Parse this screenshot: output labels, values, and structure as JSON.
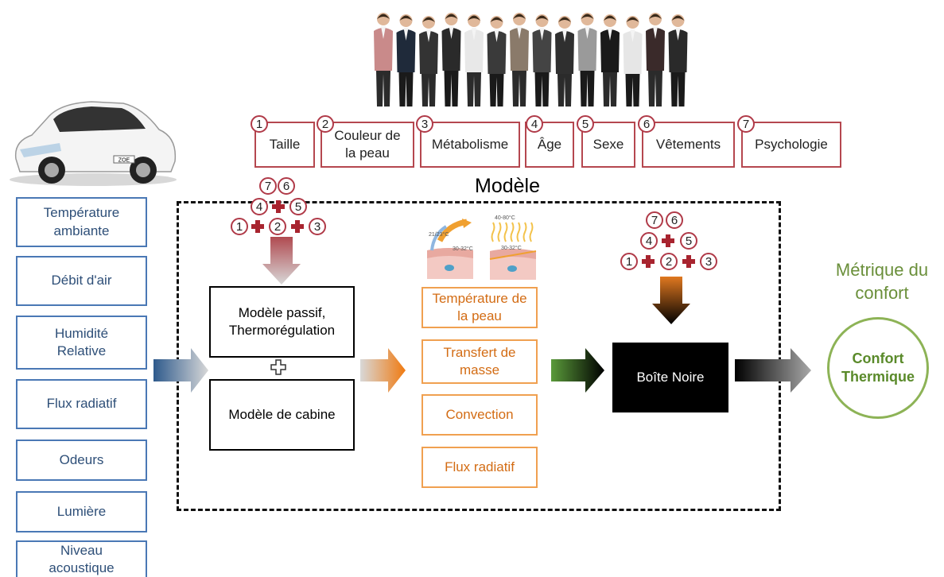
{
  "inputs": [
    "Température ambiante",
    "Débit d'air",
    "Humidité Relative",
    "Flux radiatif",
    "Odeurs",
    "Lumière",
    "Niveau acoustique"
  ],
  "attributes": [
    {
      "num": "1",
      "label": "Taille"
    },
    {
      "num": "2",
      "label": "Couleur de la peau"
    },
    {
      "num": "3",
      "label": "Métabolisme"
    },
    {
      "num": "4",
      "label": "Âge"
    },
    {
      "num": "5",
      "label": "Sexe"
    },
    {
      "num": "6",
      "label": "Vêtements"
    },
    {
      "num": "7",
      "label": "Psychologie"
    }
  ],
  "model": {
    "title": "Modèle",
    "passive": "Modèle passif, Thermorégulation",
    "cabin": "Modèle de cabine",
    "skin_temp_labels": [
      "21/23°C",
      "30-32°C",
      "40-80°C",
      "30-32°C"
    ]
  },
  "outputs": [
    "Température de la peau",
    "Transfert de masse",
    "Convection",
    "Flux radiatif"
  ],
  "blackbox": "Boîte Noire",
  "metric": {
    "title": "Métrique du confort",
    "value": "Confort Thermique"
  },
  "car_plate": "ZOE",
  "colors": {
    "blue": "#4a78b5",
    "red": "#b5474f",
    "orange": "#f0a050",
    "green": "#8db356",
    "black": "#000000"
  }
}
